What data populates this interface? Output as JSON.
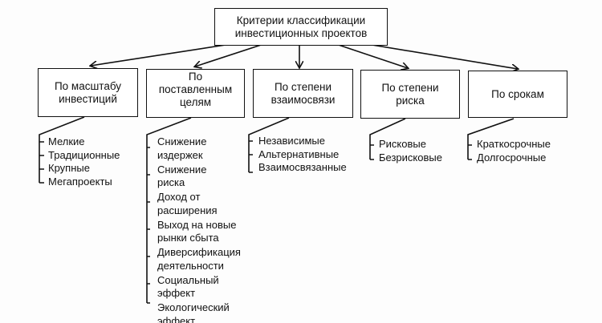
{
  "root": "Критерии классификации\nинвестиционных проектов",
  "categories": [
    {
      "title": "По масштабу\nинвестиций",
      "items": [
        "Мелкие",
        "Традиционные",
        "Крупные",
        "Мегапроекты"
      ]
    },
    {
      "title": "По\nпоставленным\nцелям",
      "items": [
        "Снижение\nиздержек",
        "Снижение\nриска",
        "Доход от\nрасширения",
        "Выход на новые\nрынки сбыта",
        "Диверсификация\nдеятельности",
        "Социальный\nэффект",
        "Экологический\nэффект"
      ]
    },
    {
      "title": "По степени\nвзаимосвязи",
      "items": [
        "Независимые",
        "Альтернативные",
        "Взаимосвязанные"
      ]
    },
    {
      "title": "По степени\nриска",
      "items": [
        "Рисковые",
        "Безрисковые"
      ]
    },
    {
      "title": "По срокам",
      "items": [
        "Краткосрочные",
        "Долгосрочные"
      ]
    }
  ]
}
